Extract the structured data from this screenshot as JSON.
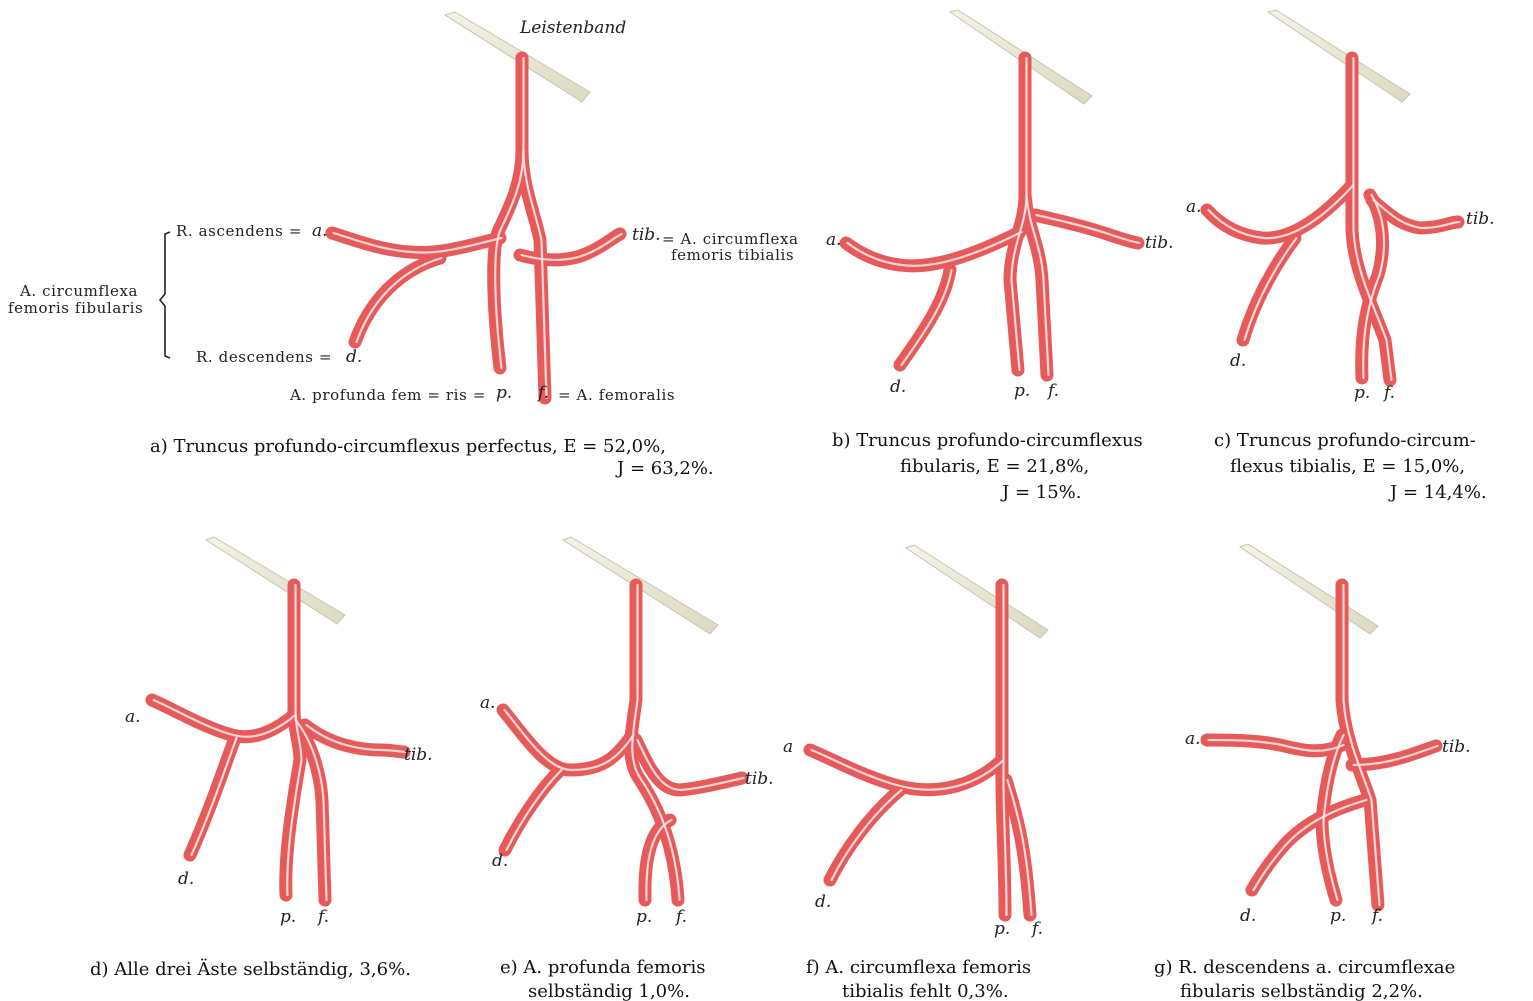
{
  "panel_a": {
    "ligament_label": "Leistenband",
    "label_a": "a.",
    "label_tib": "tib.",
    "label_d": "d.",
    "label_p": "p.",
    "label_f": "f.",
    "term_ascendens": "R. ascendens =",
    "term_descendens": "R. descendens =",
    "term_circumflexa_fib_1": "A. circumflexa",
    "term_circumflexa_fib_2": "femoris fibularis",
    "term_circumflexa_tib_1": "= A. circumflexa",
    "term_circumflexa_tib_2": "femoris tibialis",
    "term_profunda": "A. profunda fem = ris =",
    "term_femoralis": "= A. femoralis",
    "caption_1": "a)  Truncus  profundo-circumflexus  perfectus,  E = 52,0%,",
    "caption_2": "J = 63,2%."
  },
  "panel_b": {
    "label_a": "a.",
    "label_tib": "tib.",
    "label_d": "d.",
    "label_p": "p.",
    "label_f": "f.",
    "caption_1": "b)  Truncus   profundo-circumflexus",
    "caption_2": "fibularis,  E = 21,8%,",
    "caption_3": "J = 15%."
  },
  "panel_c": {
    "label_a": "a.",
    "label_tib": "tib.",
    "label_d": "d.",
    "label_p": "p.",
    "label_f": "f.",
    "caption_1": "c)  Truncus   profundo-circum-",
    "caption_2": "flexus  tibialis,  E = 15,0%,",
    "caption_3": "J = 14,4%."
  },
  "panel_d": {
    "label_a": "a.",
    "label_tib": "tib.",
    "label_d": "d.",
    "label_p": "p.",
    "label_f": "f.",
    "caption_1": "d)  Alle  drei  Äste selbständig,  3,6%."
  },
  "panel_e": {
    "label_a": "a.",
    "label_tib": "tib.",
    "label_d": "d.",
    "label_p": "p.",
    "label_f": "f.",
    "caption_1": "e)  A.  profunda  femoris",
    "caption_2": "selbständig  1,0%."
  },
  "panel_f": {
    "label_a": "a",
    "label_d": "d.",
    "label_p": "p.",
    "label_f": "f.",
    "caption_1": "f)  A. circumflexa  femoris",
    "caption_2": "tibialis  fehlt  0,3%."
  },
  "panel_g": {
    "label_a": "a.",
    "label_tib": "tib.",
    "label_d": "d.",
    "label_p": "p.",
    "label_f": "f.",
    "caption_1": "g)  R. descendens  a.  circumflexae",
    "caption_2": "fibularis  selbständig  2,2%."
  },
  "colors": {
    "artery": "#e75a5a",
    "artery_highlight": "#ffe3e3",
    "ligament": "#ecebd9"
  }
}
